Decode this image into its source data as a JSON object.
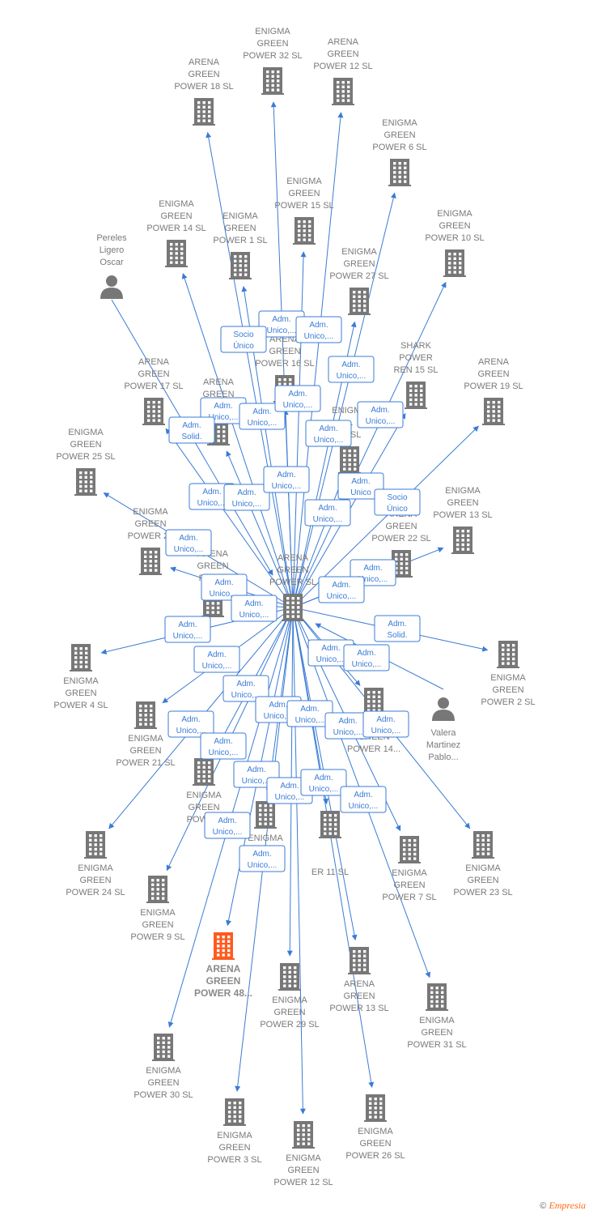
{
  "center": {
    "id": "c",
    "label": [
      "ARENA",
      "GREEN",
      "POWER  SL"
    ]
  },
  "focus": {
    "id": "f",
    "label": [
      "ARENA",
      "GREEN",
      "POWER 48..."
    ]
  },
  "nodes": [
    {
      "id": "n1",
      "type": "company",
      "label": [
        "ENIGMA",
        "GREEN",
        "POWER 32  SL"
      ]
    },
    {
      "id": "n2",
      "type": "company",
      "label": [
        "ARENA",
        "GREEN",
        "POWER 12  SL"
      ]
    },
    {
      "id": "n3",
      "type": "company",
      "label": [
        "ARENA",
        "GREEN",
        "POWER 18  SL"
      ]
    },
    {
      "id": "n4",
      "type": "company",
      "label": [
        "ENIGMA",
        "GREEN",
        "POWER 6  SL"
      ]
    },
    {
      "id": "n5",
      "type": "company",
      "label": [
        "ENIGMA",
        "GREEN",
        "POWER 15  SL"
      ]
    },
    {
      "id": "n6",
      "type": "company",
      "label": [
        "ENIGMA",
        "GREEN",
        "POWER 14  SL"
      ]
    },
    {
      "id": "n7",
      "type": "company",
      "label": [
        "ENIGMA",
        "GREEN",
        "POWER 1  SL"
      ]
    },
    {
      "id": "n8",
      "type": "company",
      "label": [
        "ENIGMA",
        "GREEN",
        "POWER 10  SL"
      ]
    },
    {
      "id": "n9",
      "type": "person",
      "label": [
        "Pereles",
        "Ligero",
        "Oscar"
      ]
    },
    {
      "id": "n10",
      "type": "company",
      "label": [
        "ENIGMA",
        "GREEN",
        "POWER 27  SL"
      ]
    },
    {
      "id": "n11",
      "type": "company",
      "label": [
        "ARENA",
        "GREEN",
        "POWER 16  SL"
      ]
    },
    {
      "id": "n12",
      "type": "company",
      "label": [
        "SHARK",
        "POWER",
        "REN 15  SL"
      ]
    },
    {
      "id": "n13",
      "type": "company",
      "label": [
        "ARENA",
        "GREEN",
        "POWER 17  SL"
      ]
    },
    {
      "id": "n14",
      "type": "company",
      "label": [
        "ARENA",
        "GREEN",
        "POW..."
      ]
    },
    {
      "id": "n15",
      "type": "company",
      "label": [
        "ARENA",
        "GREEN",
        "POWER 19  SL"
      ]
    },
    {
      "id": "n16",
      "type": "company",
      "label": [
        "ENIGMA",
        "...",
        "33  SL"
      ]
    },
    {
      "id": "n17",
      "type": "company",
      "label": [
        "ENIGMA",
        "GREEN",
        "POWER 25  SL"
      ]
    },
    {
      "id": "n18",
      "type": "company",
      "label": [
        "ENIGMA",
        "GREEN",
        "POWER 13  SL"
      ]
    },
    {
      "id": "n19",
      "type": "company",
      "label": [
        "ENIGMA",
        "GREEN",
        "POWER 28"
      ]
    },
    {
      "id": "n20",
      "type": "company",
      "label": [
        "ARENA",
        "GREEN",
        "POWER 22  SL"
      ]
    },
    {
      "id": "n21",
      "type": "company",
      "label": [
        "ARENA",
        "GREEN",
        "POW..."
      ]
    },
    {
      "id": "n22",
      "type": "company",
      "label": [
        "ENIGMA",
        "GREEN",
        "POWER 4  SL"
      ]
    },
    {
      "id": "n23",
      "type": "company",
      "label": [
        "ENIGMA",
        "GREEN",
        "POWER 2  SL"
      ]
    },
    {
      "id": "n24",
      "type": "company",
      "label": [
        "ENIGMA",
        "GREEN",
        "POWER 21  SL"
      ]
    },
    {
      "id": "n25",
      "type": "company",
      "label": [
        "ENIGMA",
        "GREEN",
        "POWER 14..."
      ]
    },
    {
      "id": "n26",
      "type": "person",
      "label": [
        "Valera",
        "Martinez",
        "Pablo..."
      ]
    },
    {
      "id": "n27",
      "type": "company",
      "label": [
        "ENIGMA",
        "GREEN",
        "POWE..."
      ]
    },
    {
      "id": "n28",
      "type": "company",
      "label": [
        "ENIGMA",
        "GREEN",
        "P..."
      ]
    },
    {
      "id": "n29",
      "type": "company",
      "label": [
        "",
        "",
        "ER 11  SL"
      ]
    },
    {
      "id": "n30",
      "type": "company",
      "label": [
        "ENIGMA",
        "GREEN",
        "POWER 24  SL"
      ]
    },
    {
      "id": "n31",
      "type": "company",
      "label": [
        "ENIGMA",
        "GREEN",
        "POWER 7  SL"
      ]
    },
    {
      "id": "n32",
      "type": "company",
      "label": [
        "ENIGMA",
        "GREEN",
        "POWER 23  SL"
      ]
    },
    {
      "id": "n33",
      "type": "company",
      "label": [
        "ENIGMA",
        "GREEN",
        "POWER 9  SL"
      ]
    },
    {
      "id": "n34",
      "type": "company",
      "label": [
        "ENIGMA",
        "GREEN",
        "POWER 29  SL"
      ]
    },
    {
      "id": "n35",
      "type": "company",
      "label": [
        "ARENA",
        "GREEN",
        "POWER 13  SL"
      ]
    },
    {
      "id": "n36",
      "type": "company",
      "label": [
        "ENIGMA",
        "GREEN",
        "POWER 31  SL"
      ]
    },
    {
      "id": "n37",
      "type": "company",
      "label": [
        "ENIGMA",
        "GREEN",
        "POWER 30  SL"
      ]
    },
    {
      "id": "n38",
      "type": "company",
      "label": [
        "ENIGMA",
        "GREEN",
        "POWER 3  SL"
      ]
    },
    {
      "id": "n39",
      "type": "company",
      "label": [
        "ENIGMA",
        "GREEN",
        "POWER 12  SL"
      ]
    },
    {
      "id": "n40",
      "type": "company",
      "label": [
        "ENIGMA",
        "GREEN",
        "POWER 26  SL"
      ]
    }
  ],
  "relations": [
    {
      "lines": [
        "Adm.",
        "Unico,..."
      ]
    },
    {
      "lines": [
        "Adm.",
        "Unico,..."
      ]
    },
    {
      "lines": [
        "Socio",
        "Único"
      ]
    },
    {
      "lines": [
        "Adm.",
        "Unico,..."
      ]
    },
    {
      "lines": [
        "Adm.",
        "Unico,..."
      ]
    },
    {
      "lines": [
        "Adm.",
        "Unico,..."
      ]
    },
    {
      "lines": [
        "Adm.",
        "Unico,..."
      ]
    },
    {
      "lines": [
        "Adm.",
        "Solid."
      ]
    },
    {
      "lines": [
        "Adm.",
        "Unico,..."
      ]
    },
    {
      "lines": [
        "Adm.",
        "Unico,..."
      ]
    },
    {
      "lines": [
        "Adm.",
        "Unico,..."
      ]
    },
    {
      "lines": [
        "Adm.",
        "Unico,..."
      ]
    },
    {
      "lines": [
        "Adm.",
        "Unico,..."
      ]
    },
    {
      "lines": [
        "Adm.",
        "Unico"
      ]
    },
    {
      "lines": [
        "Socio",
        "Único"
      ]
    },
    {
      "lines": [
        "Adm.",
        "Unico,..."
      ]
    },
    {
      "lines": [
        "Adm.",
        "Unico,..."
      ]
    },
    {
      "lines": [
        "Adm.",
        "Unico,..."
      ]
    },
    {
      "lines": [
        "Adm.",
        "Unico,..."
      ]
    },
    {
      "lines": [
        "Adm.",
        "Unico,..."
      ]
    },
    {
      "lines": [
        "Adm.",
        "Unico,..."
      ]
    },
    {
      "lines": [
        "Adm.",
        "Unico,..."
      ]
    },
    {
      "lines": [
        "Adm.",
        "Unico,..."
      ]
    },
    {
      "lines": [
        "Adm.",
        "Solid."
      ]
    },
    {
      "lines": [
        "Adm.",
        "Unico,..."
      ]
    },
    {
      "lines": [
        "Adm.",
        "Unico,..."
      ]
    },
    {
      "lines": [
        "Adm.",
        "Unico,..."
      ]
    },
    {
      "lines": [
        "Adm.",
        "Unico,..."
      ]
    },
    {
      "lines": [
        "Adm.",
        "Unico,..."
      ]
    },
    {
      "lines": [
        "Adm.",
        "Unico,..."
      ]
    },
    {
      "lines": [
        "Adm.",
        "Unico,..."
      ]
    },
    {
      "lines": [
        "Adm.",
        "Unico,..."
      ]
    },
    {
      "lines": [
        "Adm.",
        "Unico,..."
      ]
    },
    {
      "lines": [
        "Adm.",
        "Unico,..."
      ]
    },
    {
      "lines": [
        "Adm.",
        "Unico,..."
      ]
    },
    {
      "lines": [
        "Adm.",
        "Unico,..."
      ]
    },
    {
      "lines": [
        "Adm.",
        "Unico,..."
      ]
    },
    {
      "lines": [
        "Adm.",
        "Unico,..."
      ]
    },
    {
      "lines": [
        "Adm.",
        "Unico,..."
      ]
    }
  ],
  "colors": {
    "edge": "#3a7bd5",
    "company": "#777777",
    "focus": "#ff5a1f",
    "label": "#7a7a7a",
    "box_border": "#3a7bd5"
  },
  "footer": {
    "copyright": "©",
    "brand": "Empresia"
  }
}
